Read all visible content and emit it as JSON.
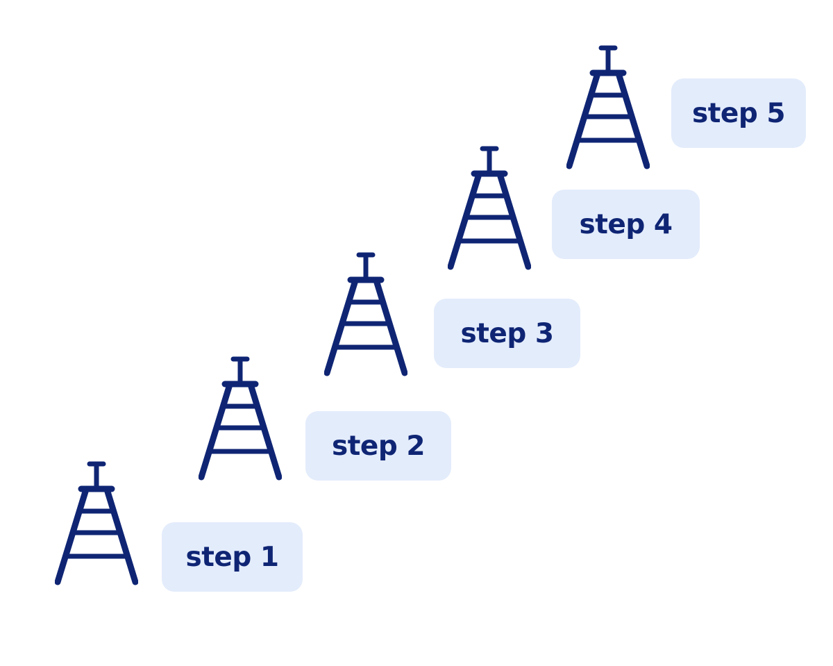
{
  "colors": {
    "background": "#ffffff",
    "icon": "#0f2574",
    "label_background": "#e3ecfb",
    "label_text": "#0f2574"
  },
  "steps": [
    {
      "label": "step 1",
      "icon": "tower-icon"
    },
    {
      "label": "step 2",
      "icon": "tower-icon"
    },
    {
      "label": "step 3",
      "icon": "tower-icon"
    },
    {
      "label": "step 4",
      "icon": "tower-icon"
    },
    {
      "label": "step 5",
      "icon": "tower-icon"
    }
  ]
}
